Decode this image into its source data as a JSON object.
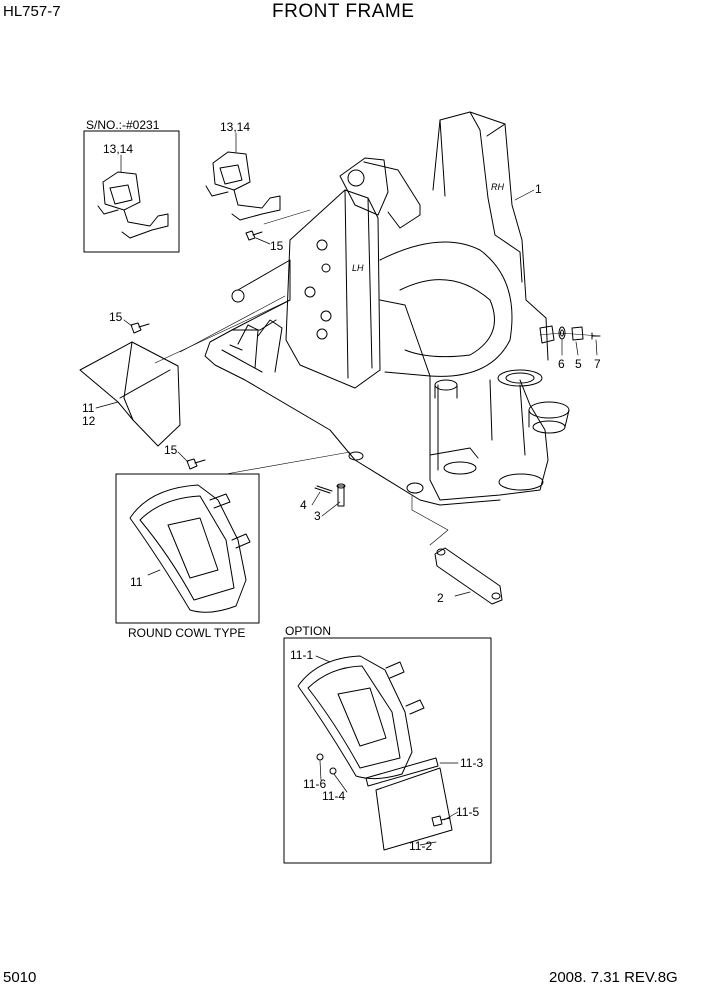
{
  "header": {
    "model": "HL757-7",
    "title": "FRONT FRAME"
  },
  "footer": {
    "page": "5010",
    "revision": "2008. 7.31  REV.8G"
  },
  "boxes": {
    "serial_box": "S/NO.:-#0231",
    "round_cowl": "ROUND COWL TYPE",
    "option": "OPTION"
  },
  "frame_marks": {
    "right": "RH",
    "left": "LH"
  },
  "callouts": {
    "c1": "1",
    "c2": "2",
    "c3": "3",
    "c4": "4",
    "c5": "5",
    "c6": "6",
    "c7": "7",
    "c11a": "11",
    "c12": "12",
    "c11b": "11",
    "c13_14a": "13,14",
    "c13_14b": "13,14",
    "c15a": "15",
    "c15b": "15",
    "c15c": "15",
    "c11_1": "11-1",
    "c11_2": "11-2",
    "c11_3": "11-3",
    "c11_4": "11-4",
    "c11_5": "11-5",
    "c11_6": "11-6"
  }
}
